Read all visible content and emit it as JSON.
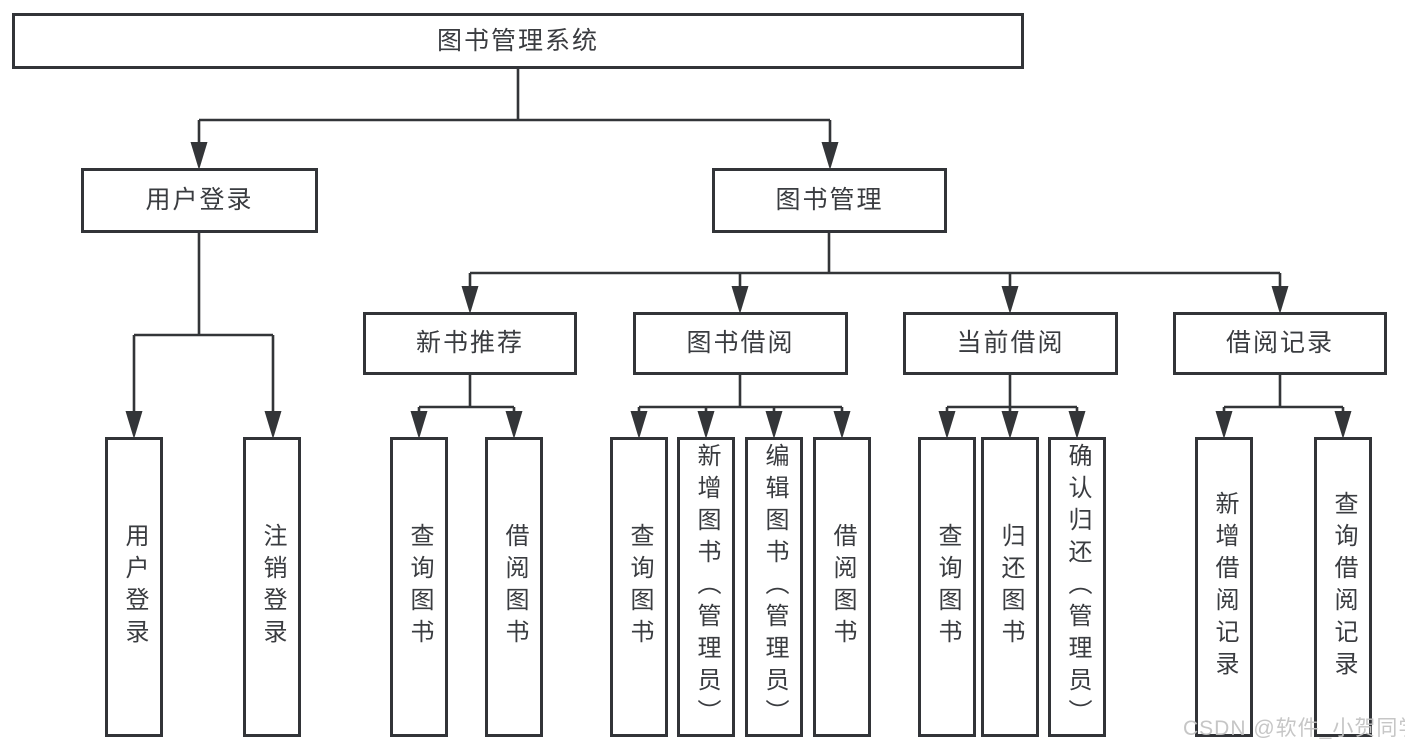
{
  "diagram": {
    "root": {
      "label": "图书管理系统"
    },
    "branches": [
      {
        "label": "用户登录",
        "children": [
          {
            "label": "用户登录"
          },
          {
            "label": "注销登录"
          }
        ]
      },
      {
        "label": "图书管理",
        "children": [
          {
            "label": "新书推荐",
            "children": [
              {
                "label": "查询图书"
              },
              {
                "label": "借阅图书"
              }
            ]
          },
          {
            "label": "图书借阅",
            "children": [
              {
                "label": "查询图书"
              },
              {
                "label": "新增图书（管理员）"
              },
              {
                "label": "编辑图书（管理员）"
              },
              {
                "label": "借阅图书"
              }
            ]
          },
          {
            "label": "当前借阅",
            "children": [
              {
                "label": "查询图书"
              },
              {
                "label": "归还图书"
              },
              {
                "label": "确认归还（管理员）"
              }
            ]
          },
          {
            "label": "借阅记录",
            "children": [
              {
                "label": "新增借阅记录"
              },
              {
                "label": "查询借阅记录"
              }
            ]
          }
        ]
      }
    ]
  },
  "watermark": {
    "text": "CSDN @软件_小贺同学"
  },
  "colors": {
    "line": "#333538",
    "box_border": "#323438",
    "text": "#3a3c40",
    "background": "#ffffff",
    "watermark": "#c3c3c3"
  }
}
